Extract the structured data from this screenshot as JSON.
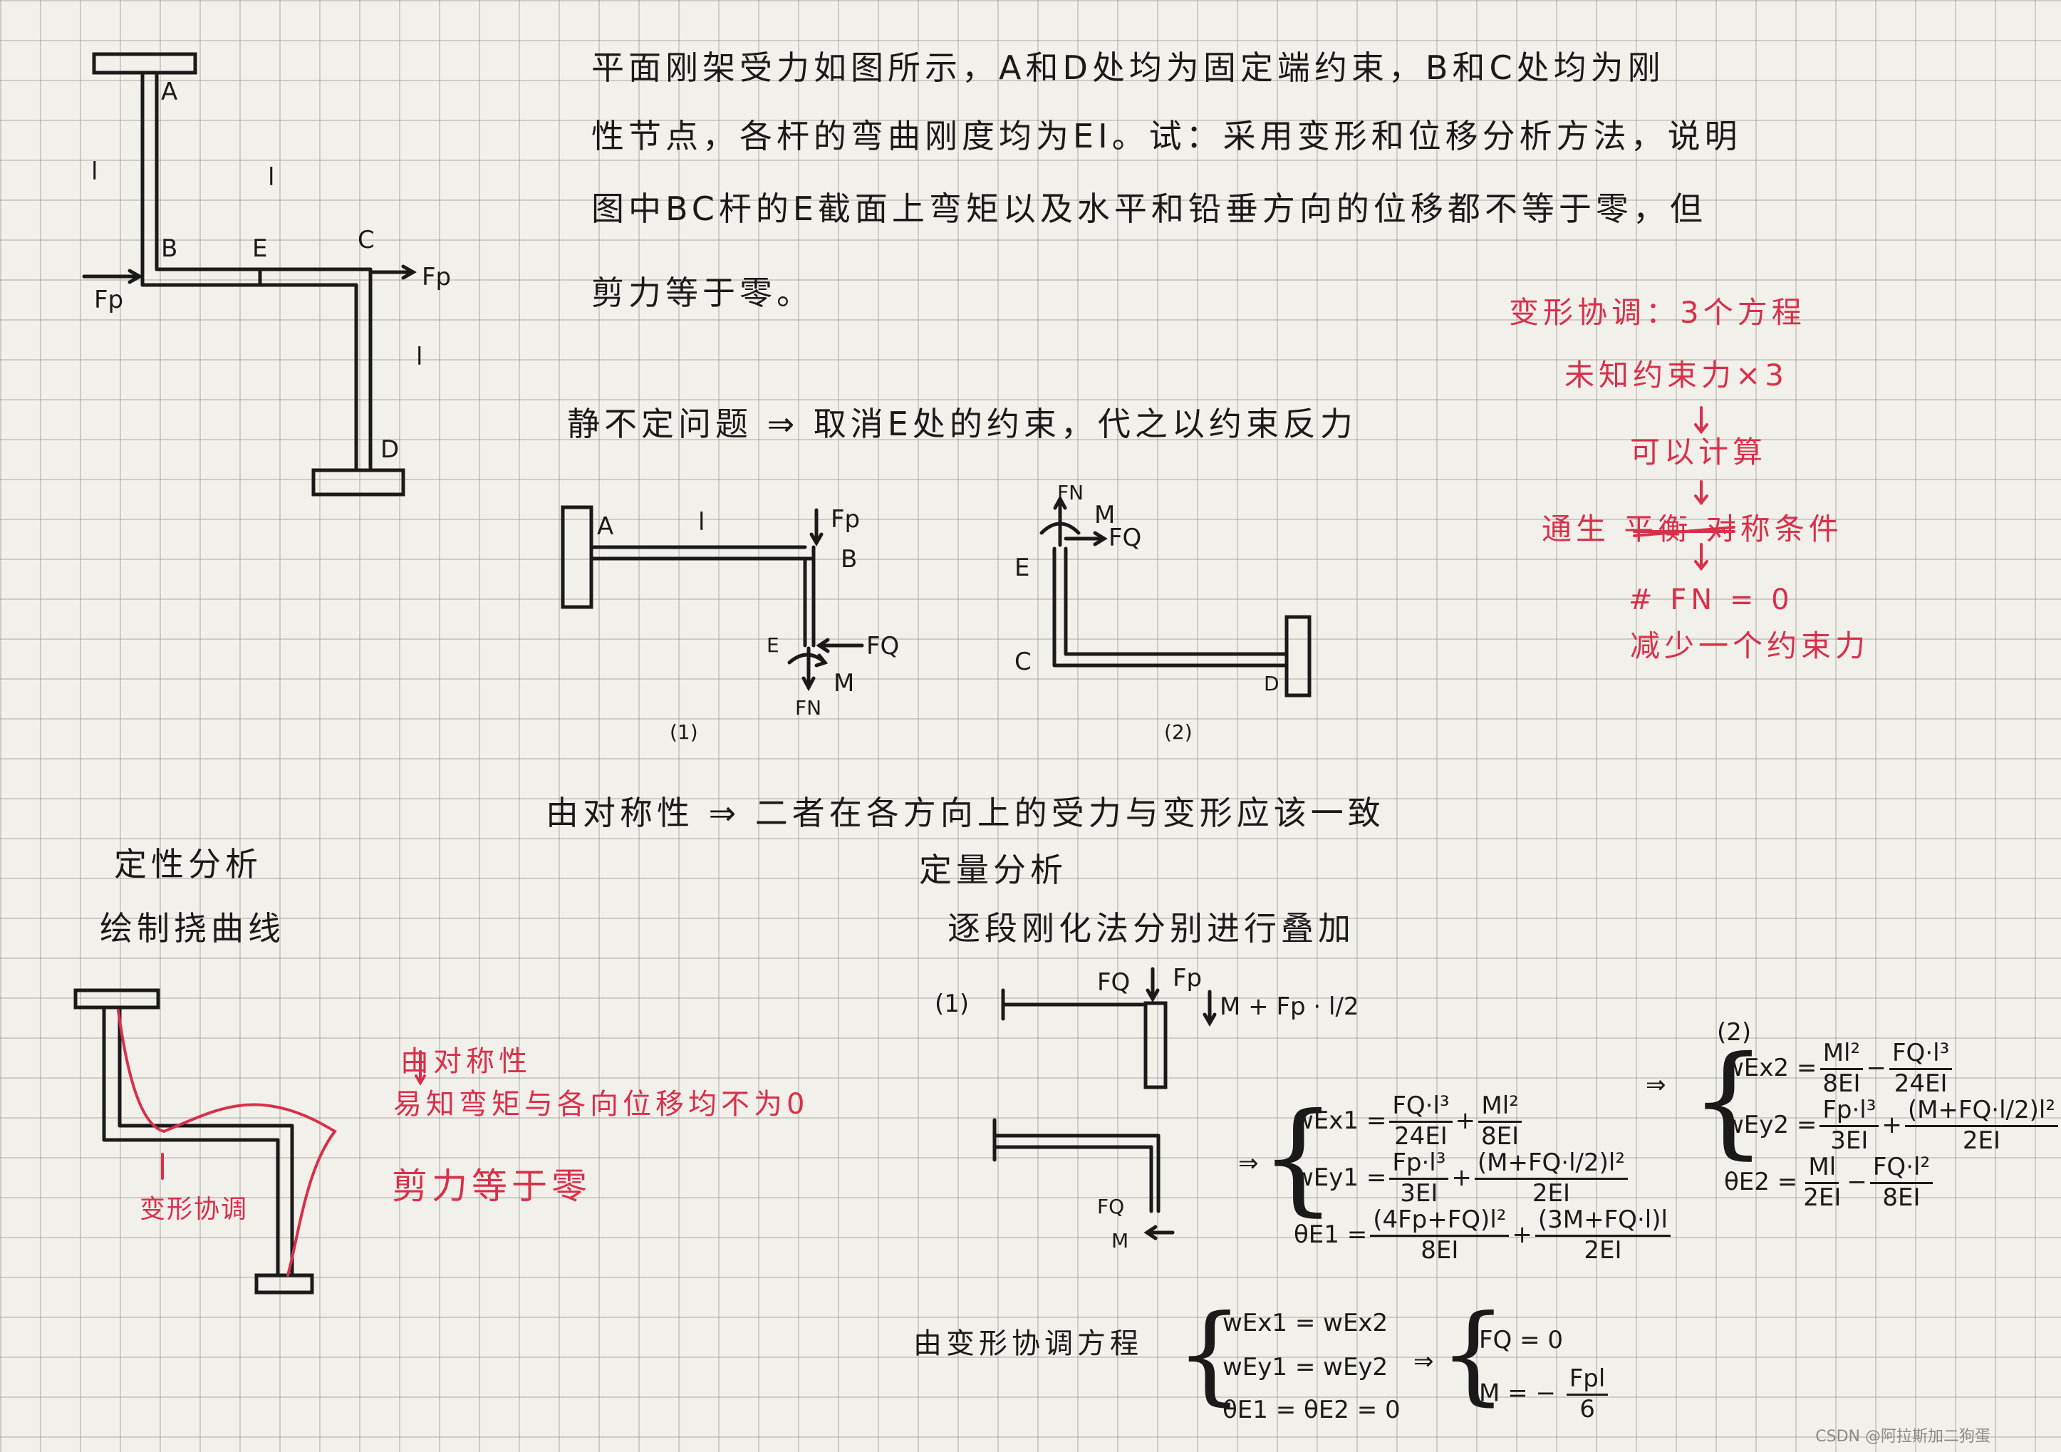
{
  "problem": {
    "line1": "平面刚架受力如图所示，A和D处均为固定端约束，B和C处均为刚",
    "line2": "性节点，各杆的弯曲刚度均为EI。试：采用变形和位移分析方法，说明",
    "line3": "图中BC杆的E截面上弯矩以及水平和铅垂方向的位移都不等于零，但",
    "line4": "剪力等于零。"
  },
  "fig_main": {
    "A": "A",
    "B": "B",
    "C": "C",
    "D": "D",
    "E": "E",
    "l1": "l",
    "l2": "l",
    "l3": "l",
    "fp_left": "Fp",
    "fp_right": "Fp"
  },
  "static_line": "静不定问题 ⇒ 取消E处的约束，代之以约束反力",
  "fig1": {
    "A": "A",
    "l": "l",
    "Fp": "Fp",
    "B": "B",
    "E": "E",
    "FQ": "FQ",
    "M": "M",
    "FN": "FN",
    "caption": "(1)"
  },
  "fig2": {
    "FN": "FN",
    "M": "M",
    "FQ": "FQ",
    "E": "E",
    "C": "C",
    "D": "D",
    "caption": "(2)"
  },
  "red_note": {
    "l1": "变形协调：3个方程",
    "l2": "未知约束力×3",
    "l3": "可以计算",
    "l4_a": "通生",
    "l4_b": "平衡",
    "l4_c": "对称条件",
    "l5": "# FN = 0",
    "l6": "减少一个约束力"
  },
  "symmetry_line": "由对称性 ⇒ 二者在各方向上的受力与变形应该一致",
  "qualitative": {
    "title": "定性分析",
    "sub": "绘制挠曲线"
  },
  "quantitative": {
    "title": "定量分析",
    "sub": "逐段刚化法分别进行叠加"
  },
  "red_sym": {
    "l1": "由对称性",
    "l2": "易知弯矩与各向位移均不为0",
    "l3": "剪力等于零",
    "deform": "变形协调"
  },
  "deflect_fig": {
    "note": ""
  },
  "seg": {
    "label1": "(1)",
    "FQ": "FQ",
    "Fp": "Fp",
    "moment": "M + Fp · l/2",
    "FQ2": "FQ",
    "M2": "M"
  },
  "eq1": {
    "w1_lhs": "wEx1 =",
    "w1_a_num": "FQ·l³",
    "w1_a_den": "24EI",
    "w1_b_num": "Ml²",
    "w1_b_den": "8EI",
    "w2_lhs": "wEy1 =",
    "w2_a_num": "Fp·l³",
    "w2_a_den": "3EI",
    "w2_b_num": "(M+FQ·l/2)l²",
    "w2_b_den": "2EI",
    "t_lhs": "θE1 =",
    "t_a_num": "(4Fp+FQ)l²",
    "t_a_den": "8EI",
    "t_b_num": "(3M+FQ·l)l",
    "t_b_den": "2EI"
  },
  "eq2": {
    "label": "(2)",
    "w1_lhs": "wEx2 =",
    "w1_a_num": "Ml²",
    "w1_a_den": "8EI",
    "w1_b_num": "FQ·l³",
    "w1_b_den": "24EI",
    "w2_lhs": "wEy2 =",
    "w2_a_num": "Fp·l³",
    "w2_a_den": "3EI",
    "w2_b_num": "(M+FQ·l/2)l²",
    "w2_b_den": "2EI",
    "t_lhs": "θE2 =",
    "t_a_num": "Ml",
    "t_a_den": "2EI",
    "t_b_num": "FQ·l²",
    "t_b_den": "8EI"
  },
  "compat": {
    "title": "由变形协调方程",
    "c1": "wEx1 = wEx2",
    "c2": "wEy1 = wEy2",
    "c3": "θE1 = θE2 = 0",
    "r1": "FQ = 0",
    "r2_lhs": "M = −",
    "r2_num": "Fpl",
    "r2_den": "6"
  },
  "arrows": {
    "implies": "⇒"
  },
  "watermark": "CSDN @阿拉斯加二狗蛋"
}
